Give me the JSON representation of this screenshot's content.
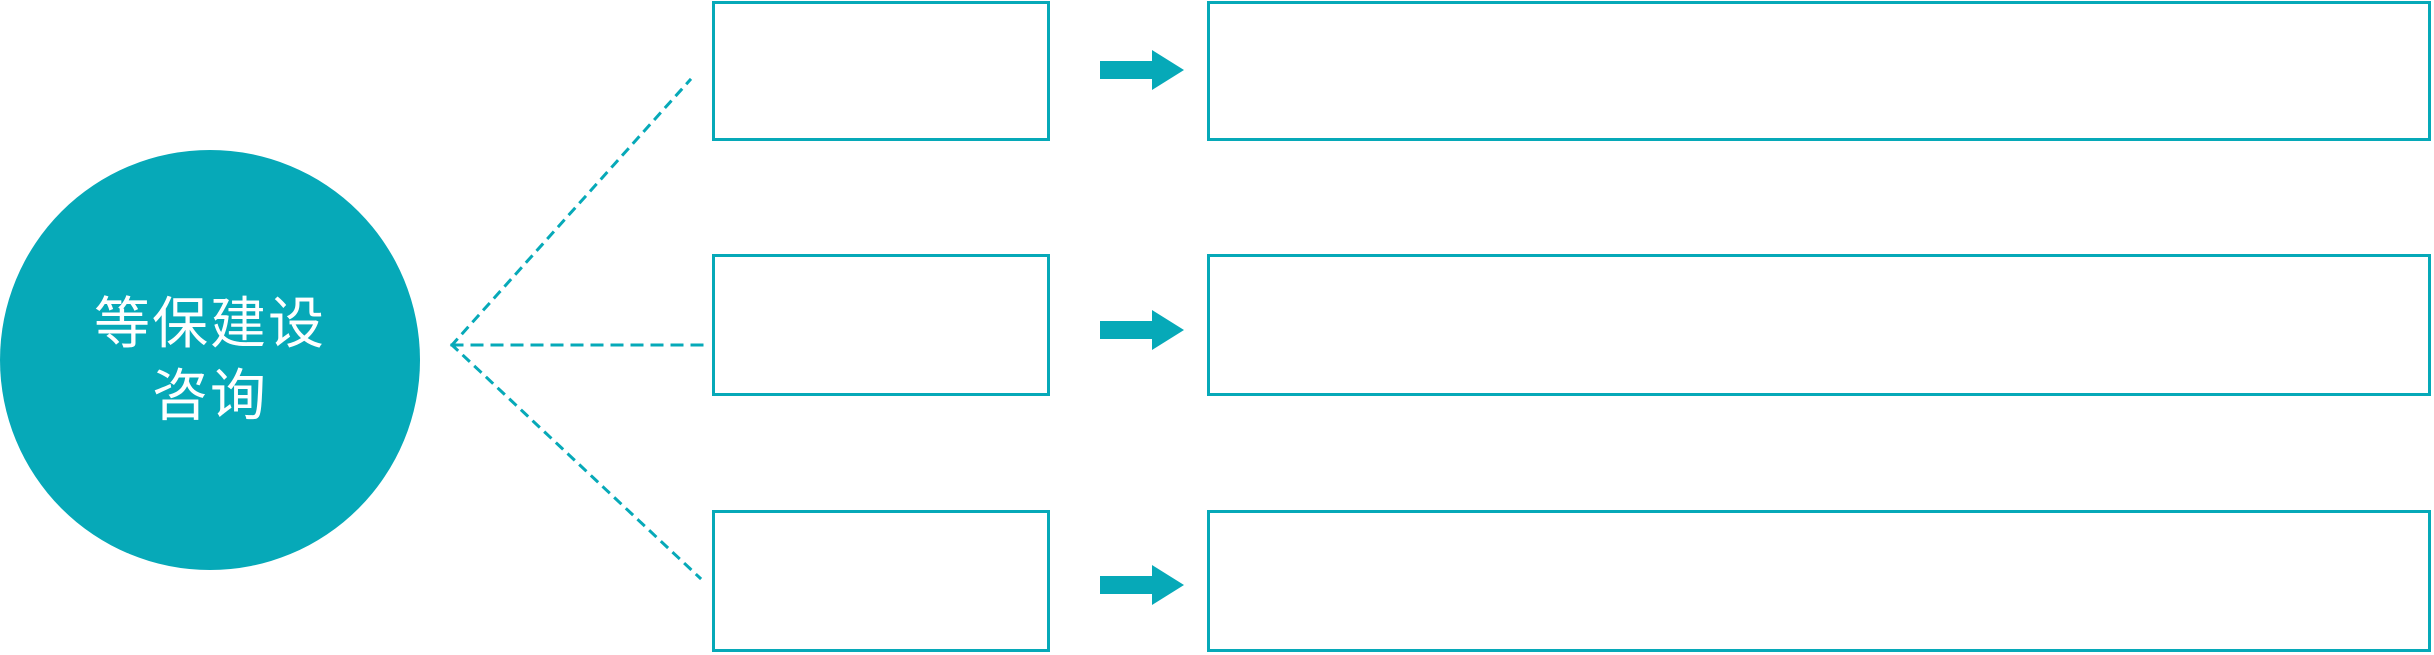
{
  "diagram": {
    "title": "",
    "accent_color": "#06A9B8",
    "hub": {
      "name": "hub-node",
      "line1": "等保建设",
      "line2": "咨询"
    },
    "connector": {
      "style": "dotted",
      "color": "#06A9B8",
      "branch_count": 3
    },
    "rows": [
      {
        "category_label": "",
        "arrow_icon": "arrow-right-icon",
        "detail_label": ""
      },
      {
        "category_label": "",
        "arrow_icon": "arrow-right-icon",
        "detail_label": ""
      },
      {
        "category_label": "",
        "arrow_icon": "arrow-right-icon",
        "detail_label": ""
      }
    ]
  }
}
